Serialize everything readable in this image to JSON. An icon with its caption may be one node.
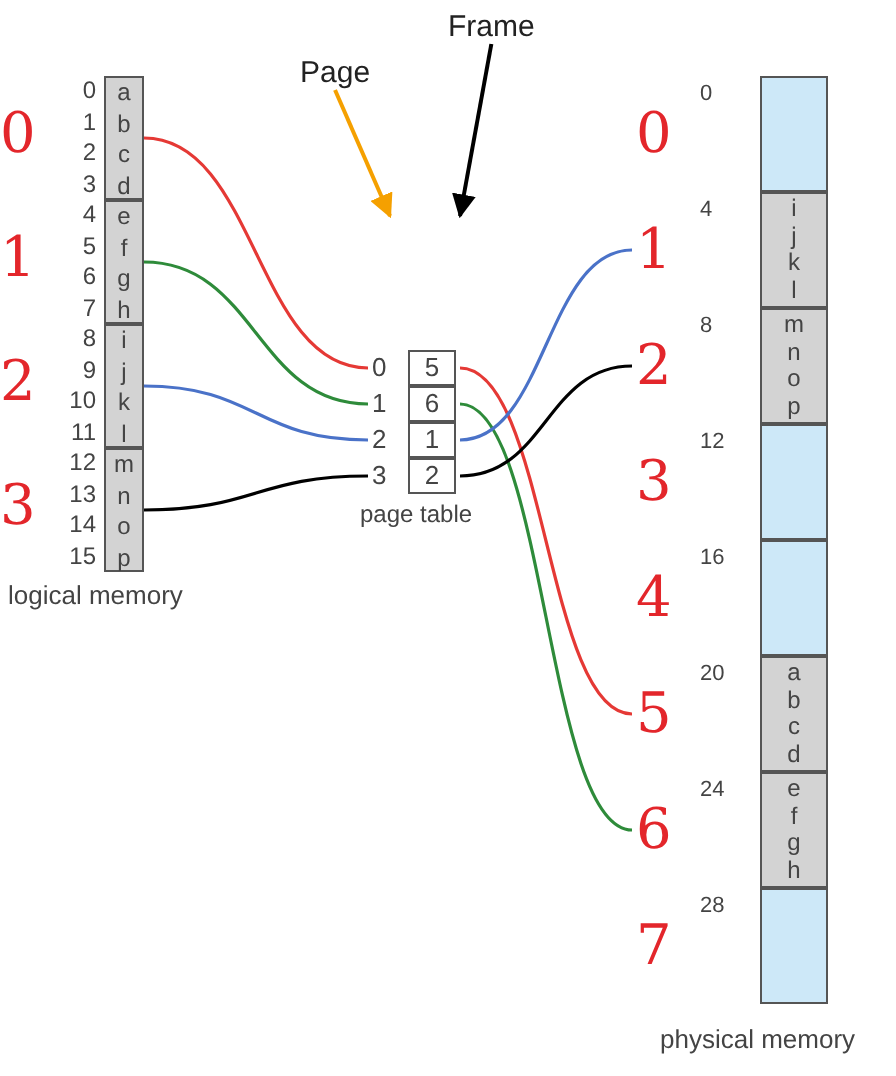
{
  "diagram": {
    "nodes": [
      {
        "text": [
          "a b c d"
        ],
        "beside": [
          "0",
          "0",
          "1",
          "2",
          "3"
        ]
      },
      {
        "text": [
          "e f g h"
        ],
        "beside": [
          "1",
          "4",
          "5",
          "6",
          "7"
        ]
      },
      {
        "text": [
          "i j k l"
        ],
        "beside": [
          "2",
          "8",
          "9",
          "10",
          "11"
        ]
      },
      {
        "text": [
          "m n o p"
        ],
        "beside": [
          "3",
          "12",
          "13",
          "14",
          "15"
        ]
      },
      {
        "text": [
          "Page"
        ]
      },
      {
        "text": [
          "Frame"
        ]
      },
      {
        "text": [
          "5"
        ],
        "beside": [
          "0"
        ]
      },
      {
        "text": [
          "6"
        ],
        "beside": [
          "1"
        ]
      },
      {
        "text": [
          "1"
        ],
        "beside": [
          "2"
        ]
      },
      {
        "text": [
          "2"
        ],
        "beside": [
          "3"
        ]
      },
      {
        "text": [],
        "shape": "box",
        "beside": [
          "0",
          "0"
        ]
      },
      {
        "text": [
          "i j k l"
        ],
        "beside": [
          "1",
          "4"
        ]
      },
      {
        "text": [
          "m n o p"
        ],
        "beside": [
          "2",
          "8"
        ]
      },
      {
        "text": [],
        "shape": "box",
        "beside": [
          "3",
          "12"
        ]
      },
      {
        "text": [],
        "shape": "box",
        "beside": [
          "4",
          "16"
        ]
      },
      {
        "text": [
          "a b c d"
        ],
        "beside": [
          "5",
          "20"
        ]
      },
      {
        "text": [
          "e f g h"
        ],
        "beside": [
          "6",
          "24"
        ]
      },
      {
        "text": [],
        "shape": "box",
        "beside": [
          "7",
          "28"
        ]
      }
    ],
    "edges": [
      {
        "from": 0,
        "to": 6,
        "arrow": "none",
        "color": "#e53935"
      },
      {
        "from": 6,
        "to": 15,
        "arrow": "none",
        "color": "#e53935"
      },
      {
        "from": 1,
        "to": 7,
        "arrow": "none",
        "color": "#2e8b3a"
      },
      {
        "from": 7,
        "to": 16,
        "arrow": "none",
        "color": "#2e8b3a"
      },
      {
        "from": 2,
        "to": 8,
        "arrow": "none",
        "color": "#4a72c8"
      },
      {
        "from": 8,
        "to": 11,
        "arrow": "none",
        "color": "#4a72c8"
      },
      {
        "from": 3,
        "to": 9,
        "arrow": "none"
      },
      {
        "from": 9,
        "to": 12,
        "arrow": "none"
      },
      {
        "from": 4,
        "to": null,
        "arrow": "to",
        "color": "#f5a000"
      },
      {
        "from": 5,
        "to": null,
        "arrow": "to"
      }
    ],
    "labels": [
      "logical memory",
      "page table",
      "physical memory"
    ]
  }
}
